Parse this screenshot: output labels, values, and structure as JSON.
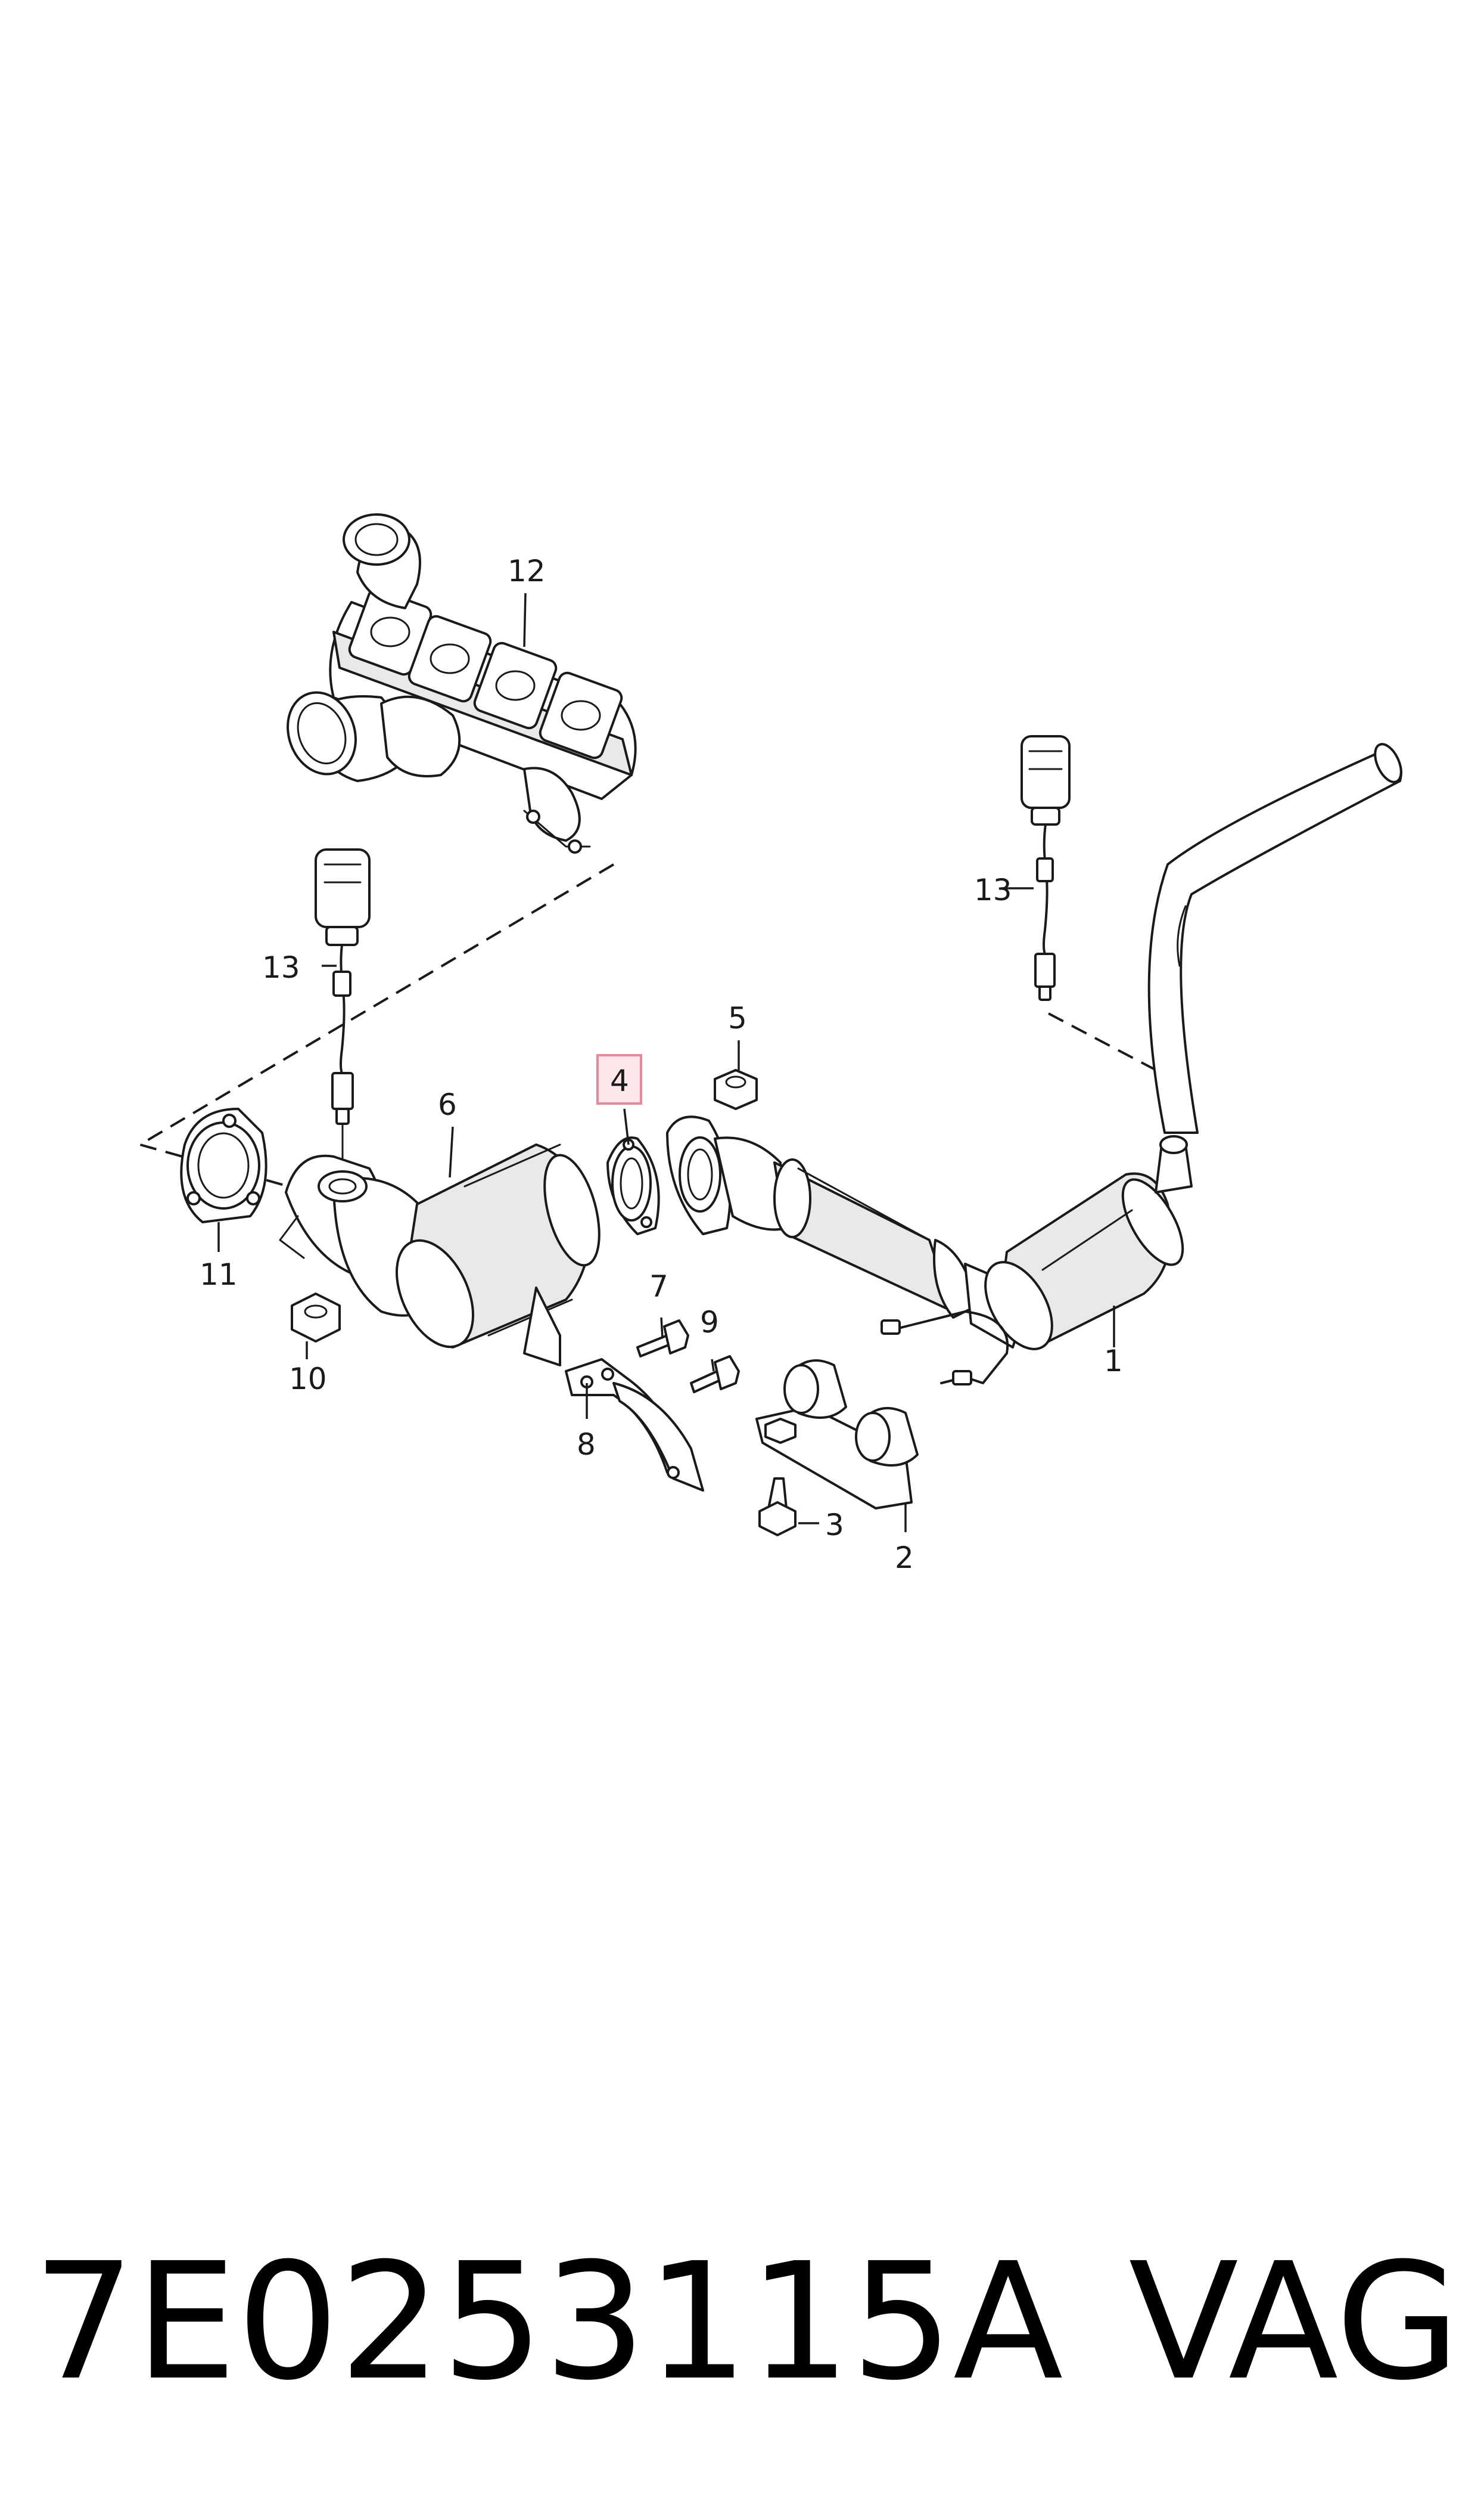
{
  "diagram": {
    "callouts": [
      {
        "id": "1",
        "label": "1"
      },
      {
        "id": "2",
        "label": "2"
      },
      {
        "id": "3",
        "label": "3"
      },
      {
        "id": "4",
        "label": "4",
        "highlighted": true
      },
      {
        "id": "5",
        "label": "5"
      },
      {
        "id": "6",
        "label": "6"
      },
      {
        "id": "7",
        "label": "7"
      },
      {
        "id": "8",
        "label": "8"
      },
      {
        "id": "9",
        "label": "9"
      },
      {
        "id": "10",
        "label": "10"
      },
      {
        "id": "11",
        "label": "11"
      },
      {
        "id": "12",
        "label": "12"
      },
      {
        "id": "13a",
        "label": "13"
      },
      {
        "id": "13b",
        "label": "13"
      }
    ],
    "highlight_color": "#e58a9c"
  },
  "footer": {
    "part_number": "7E0253115A",
    "brand": "VAG"
  }
}
